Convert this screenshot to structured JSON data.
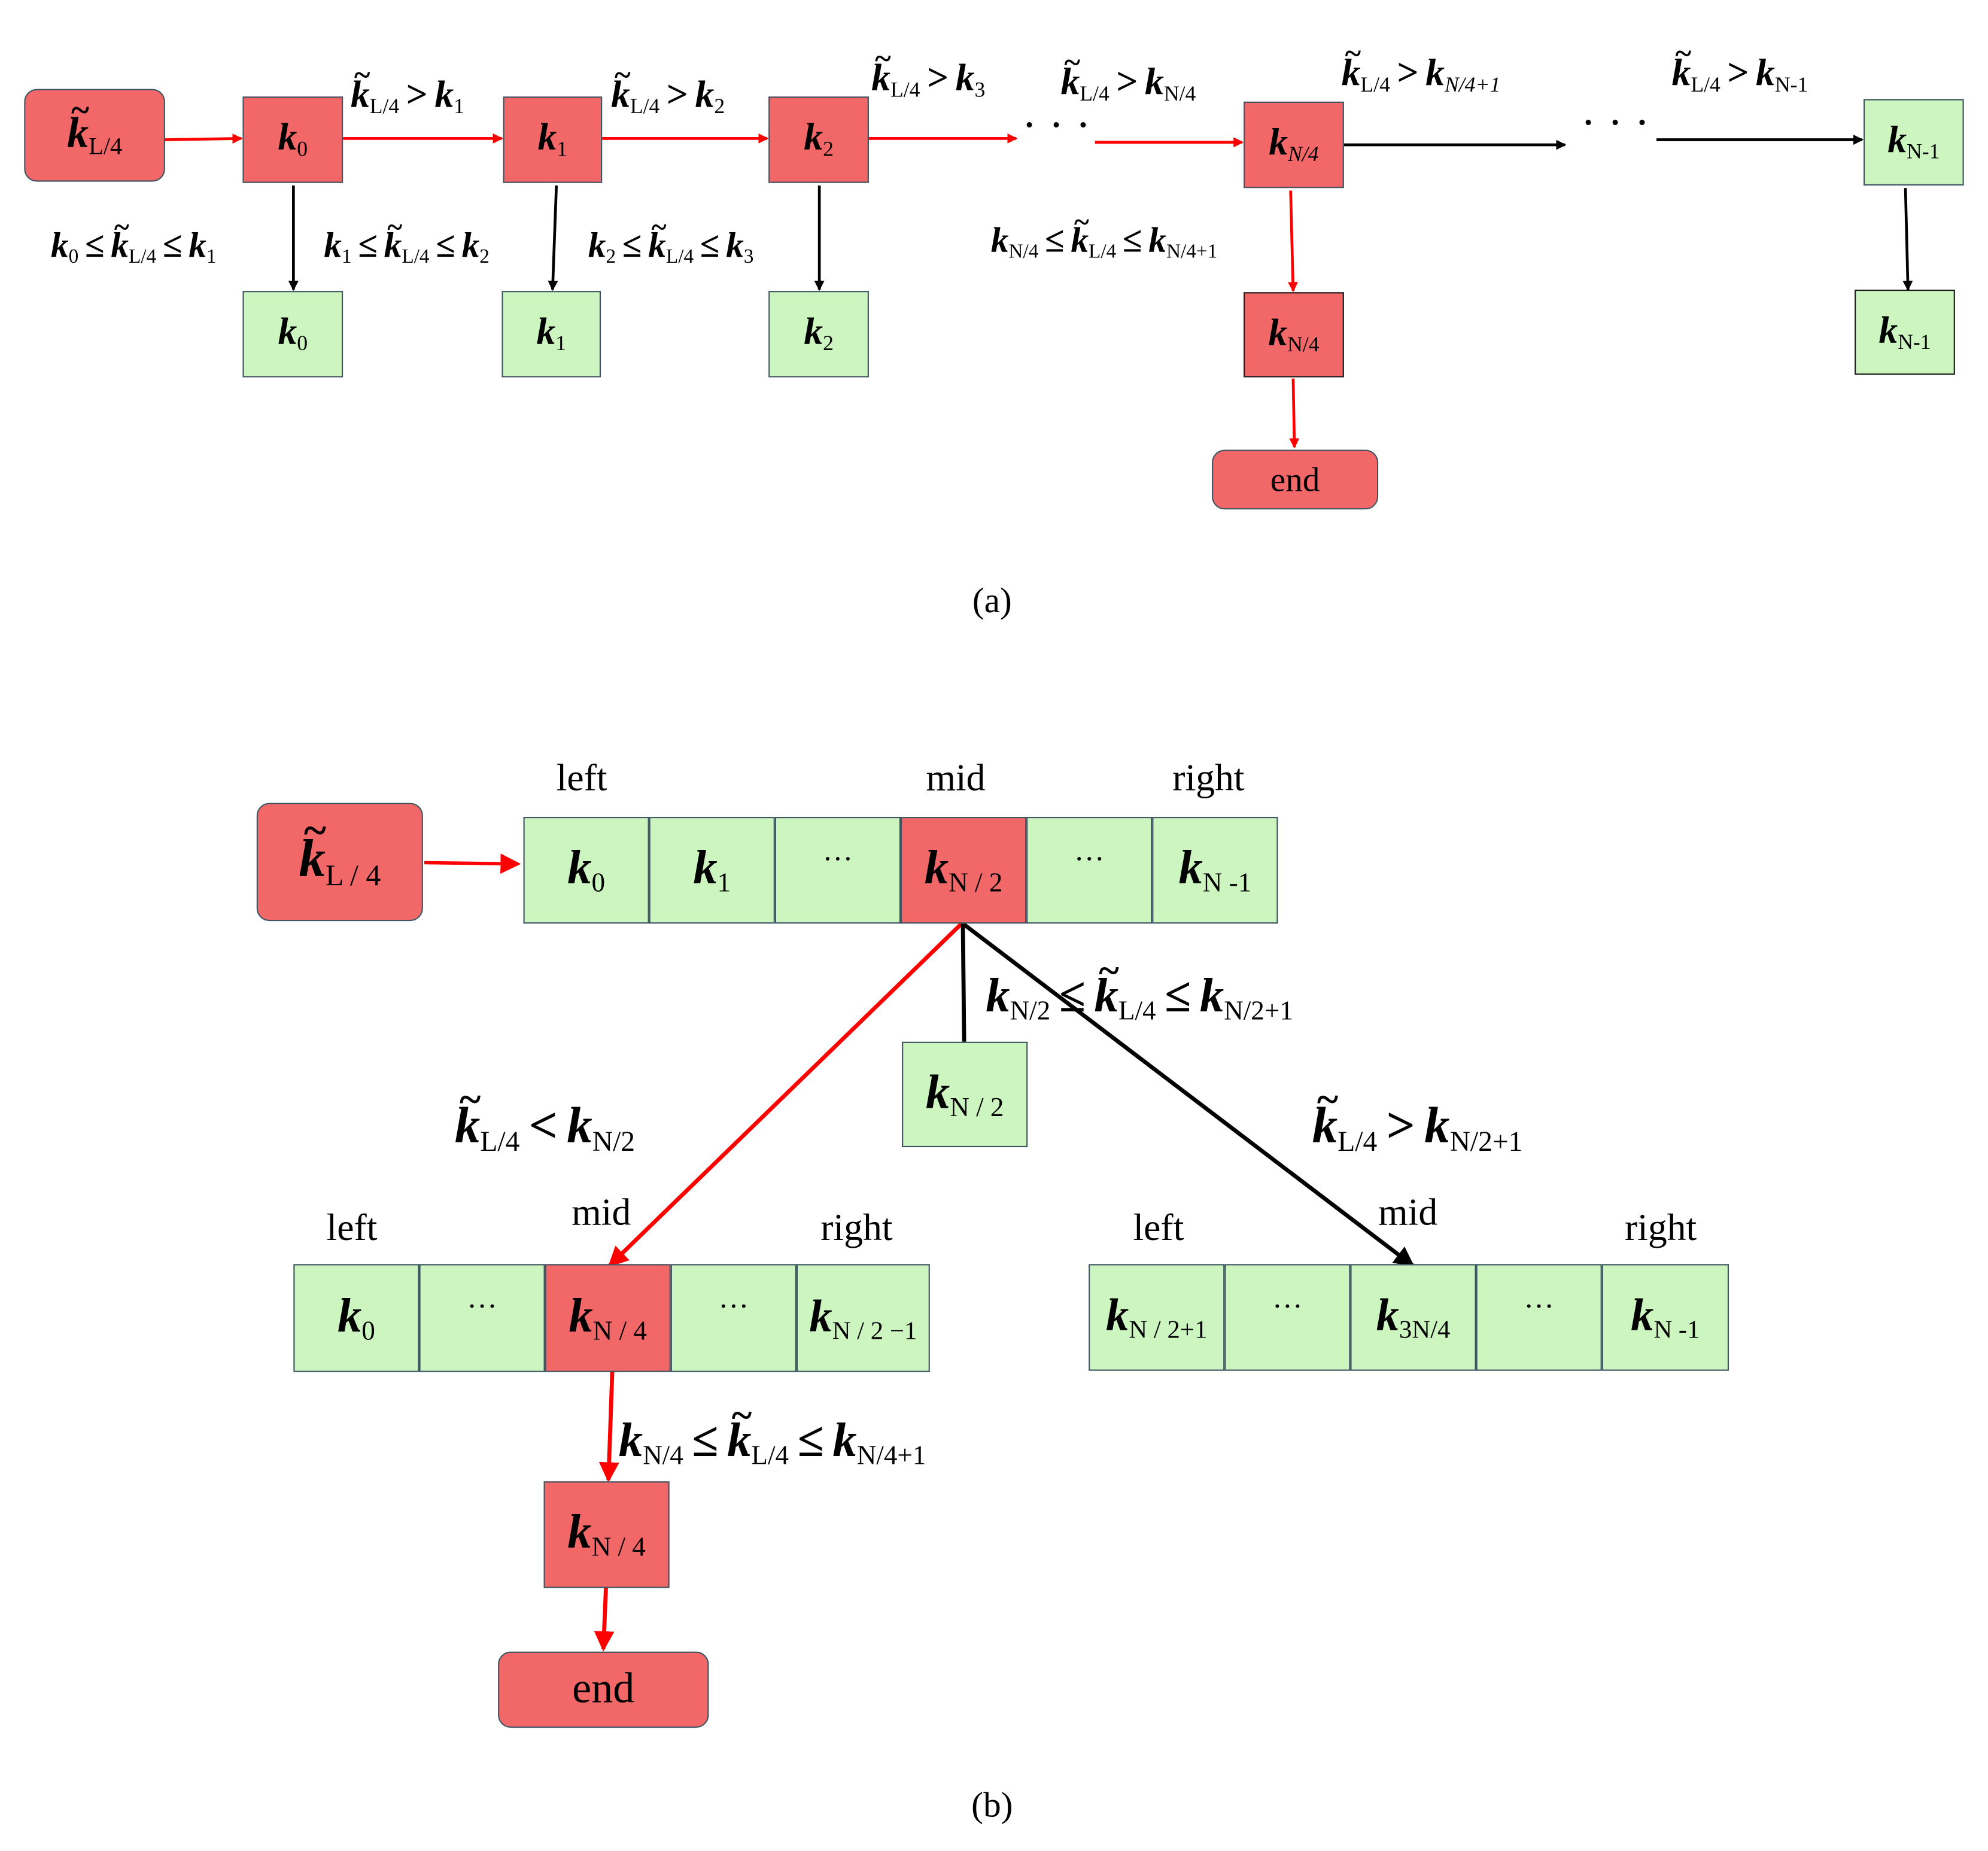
{
  "panel_a": {
    "caption": "(a)",
    "start_node": "L/4",
    "chain_nodes": [
      "0",
      "1",
      "2"
    ],
    "nk_node": "N/4",
    "last_node": "N-1",
    "result_nodes": [
      "0",
      "1",
      "2"
    ],
    "nk_result": "N/4",
    "last_result": "N-1",
    "end_label": "end",
    "greater_labels": [
      {
        "lhs": "L/4",
        "rhs": "1"
      },
      {
        "lhs": "L/4",
        "rhs": "2"
      },
      {
        "lhs": "L/4",
        "rhs": "3"
      },
      {
        "lhs": "L/4",
        "rhs": "N/4"
      },
      {
        "lhs": "L/4",
        "rhs": "N/4+1"
      },
      {
        "lhs": "L/4",
        "rhs": "N-1"
      }
    ],
    "range_labels": [
      {
        "lo": "0",
        "mid": "L/4",
        "hi": "1"
      },
      {
        "lo": "1",
        "mid": "L/4",
        "hi": "2"
      },
      {
        "lo": "2",
        "mid": "L/4",
        "hi": "3"
      },
      {
        "lo": "N/4",
        "mid": "L/4",
        "hi": "N/4+1"
      }
    ],
    "ellipsis": "· · ·"
  },
  "panel_b": {
    "caption": "(b)",
    "start_node": "L / 4",
    "pointer_labels": {
      "left": "left",
      "mid": "mid",
      "right": "right"
    },
    "top_array": [
      "0",
      "1",
      "···",
      "N / 2",
      "···",
      "N -1"
    ],
    "mid_result": "N / 2",
    "mid_range": {
      "lo": "N/2",
      "mid": "L/4",
      "hi": "N/2+1"
    },
    "less_label": {
      "lhs": "L/4",
      "op": "<",
      "rhs": "N/2"
    },
    "greater_label": {
      "lhs": "L/4",
      "op": ">",
      "rhs": "N/2+1"
    },
    "left_array": [
      "0",
      "···",
      "N / 4",
      "···",
      "N / 2 −1"
    ],
    "right_array": [
      "N / 2+1",
      "···",
      "3N/4",
      "···",
      "N -1"
    ],
    "final_range": {
      "lo": "N/4",
      "mid": "L/4",
      "hi": "N/4+1"
    },
    "result_node": "N / 4",
    "end_label": "end"
  },
  "colors": {
    "highlight": "#f26767",
    "normal": "#ccf5c0",
    "path": "#ff0000",
    "edge": "#000000"
  }
}
